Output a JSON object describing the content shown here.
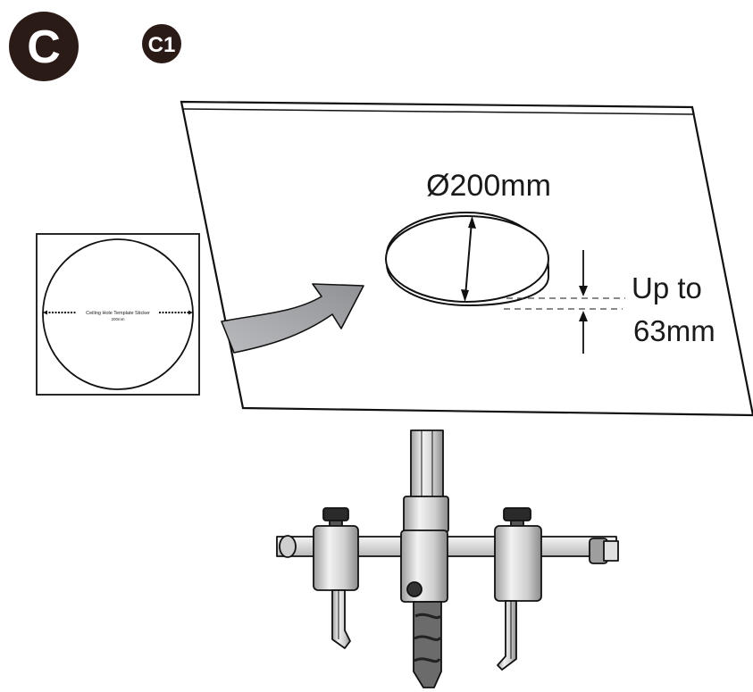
{
  "badges": {
    "main": "C",
    "step": "C1"
  },
  "template_sticker": {
    "label": "Ceiling Hole Template Sticker",
    "size": "200mm"
  },
  "hole": {
    "diameter_label": "Ø200mm"
  },
  "thickness": {
    "line1": "Up to",
    "line2": "63mm"
  },
  "colors": {
    "badge": "#2b1b17",
    "line": "#111111",
    "arrow_fill": "#a7a9ac",
    "tool_light": "#e6e6e6",
    "tool_mid": "#bdbdbd",
    "tool_dark": "#7a7a7a"
  },
  "icons": {
    "arrow": "curved-arrow-icon",
    "tool": "adjustable-hole-cutter-icon"
  }
}
